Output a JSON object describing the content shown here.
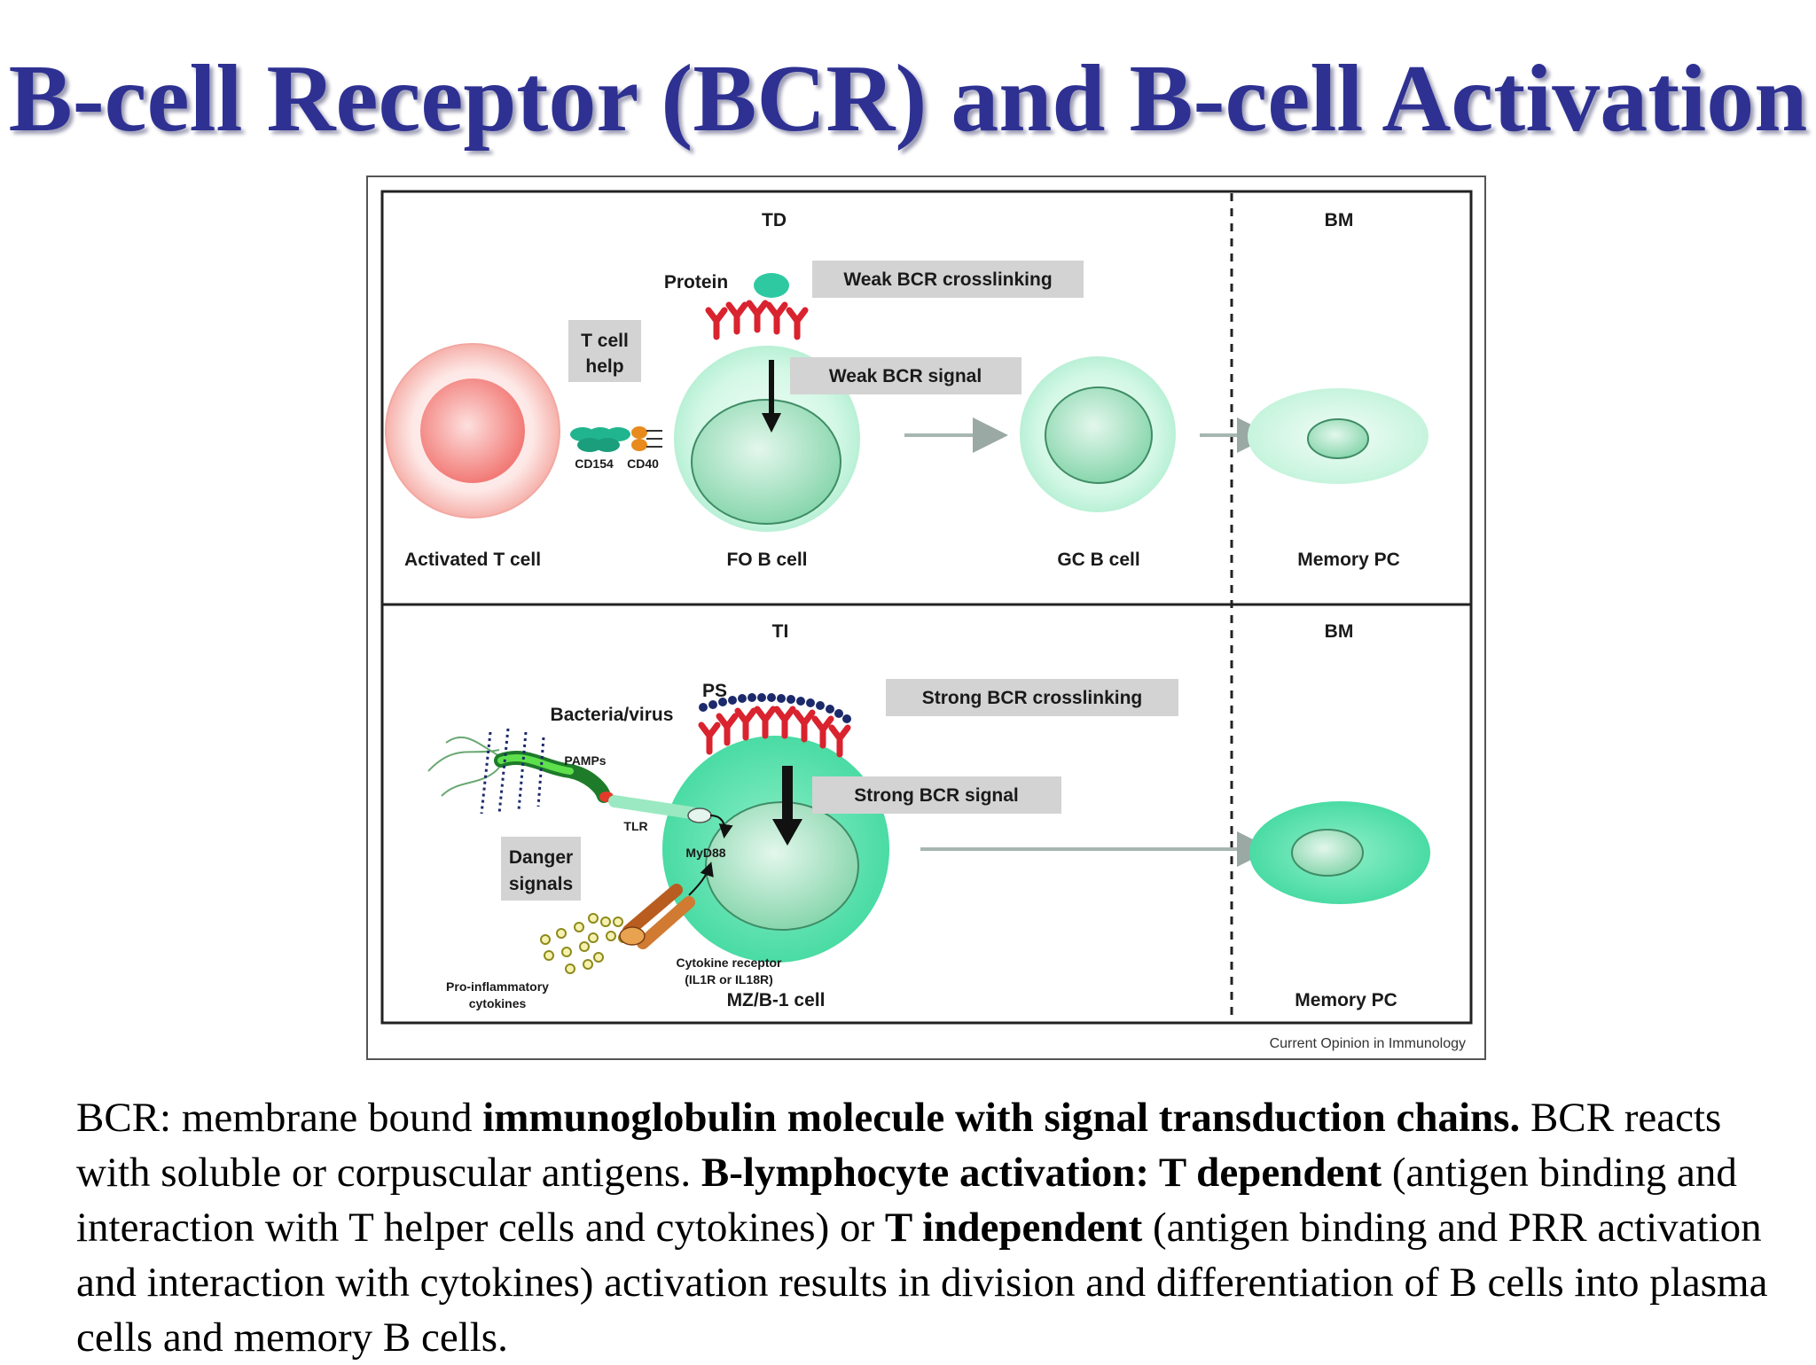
{
  "title": "B-cell Receptor (BCR) and B-cell Activation",
  "diagram": {
    "top": {
      "pathway": "TD",
      "site": "BM",
      "antigen": "Protein",
      "crosslink_box": "Weak BCR crosslinking",
      "help_box_line1": "T cell",
      "help_box_line2": "help",
      "signal_box": "Weak BCR signal",
      "ligand": "CD154",
      "receptor": "CD40",
      "cells": [
        "Activated T cell",
        "FO B cell",
        "GC B cell",
        "Memory PC"
      ]
    },
    "bottom": {
      "pathway": "TI",
      "site": "BM",
      "antigen": "PS",
      "crosslink_box": "Strong BCR crosslinking",
      "pathogen": "Bacteria/virus",
      "pamps": "PAMPs",
      "tlr": "TLR",
      "signal_box": "Strong BCR signal",
      "adaptor": "MyD88",
      "danger_line1": "Danger",
      "danger_line2": "signals",
      "cytokines_line1": "Pro-inflammatory",
      "cytokines_line2": "cytokines",
      "receptor_line1": "Cytokine receptor",
      "receptor_line2": "(IL1R or IL18R)",
      "cells": [
        "MZ/B-1 cell",
        "Memory PC"
      ]
    },
    "source": "Current Opinion in Immunology"
  },
  "description": {
    "p1": "BCR: membrane bound ",
    "b1": "immunoglobulin molecule with signal transduction chains.",
    "p2": " BCR reacts with soluble or corpuscular antigens.  ",
    "b2": "B-lymphocyte activation: T dependent",
    "p3": " (antigen binding and interaction with T helper cells and  cytokines) or ",
    "b3": "T independent",
    "p4": " (antigen binding and PRR activation and  interaction with cytokines) activation results in division and differentiation of B cells into plasma cells and memory B cells."
  },
  "colors": {
    "title": "#2e3192",
    "b_cell": "#c7f5df",
    "b_cell_strong": "#5fe3b0",
    "t_cell": "#f9b7b2",
    "bcr": "#d9232e",
    "label_box": "#d3d3d3"
  }
}
